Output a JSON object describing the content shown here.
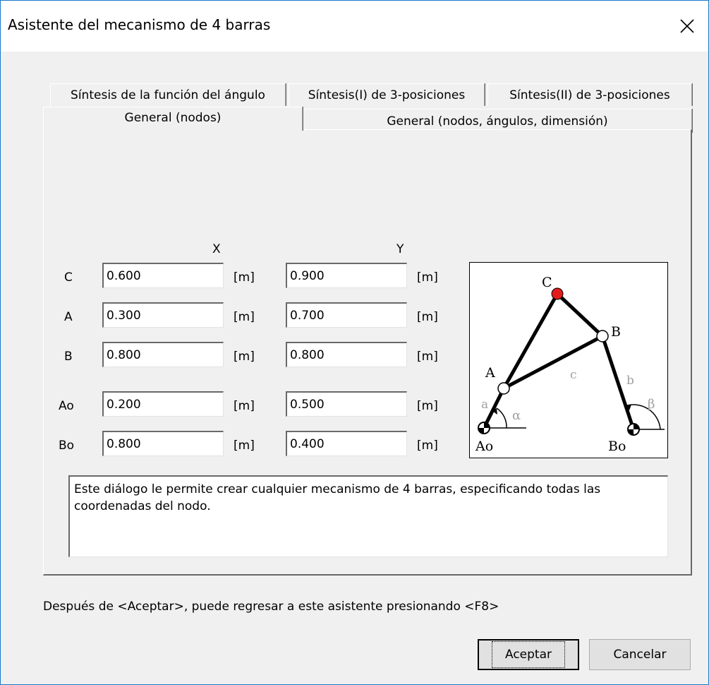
{
  "window": {
    "title": "Asistente del mecanismo de 4 barras"
  },
  "tabs_back": [
    "Síntesis de la función del ángulo",
    "Síntesis(I) de 3-posiciones",
    "Síntesis(II) de 3-posiciones"
  ],
  "tabs_front": [
    "General (nodos)",
    "General (nodos, ángulos, dimensión)"
  ],
  "active_tab": "General (nodos)",
  "columns": {
    "x": "X",
    "y": "Y",
    "unit": "[m]"
  },
  "rows": [
    {
      "label": "C",
      "x": "0.600",
      "y": "0.900"
    },
    {
      "label": "A",
      "x": "0.300",
      "y": "0.700"
    },
    {
      "label": "B",
      "x": "0.800",
      "y": "0.800"
    },
    {
      "label": "Ao",
      "x": "0.200",
      "y": "0.500"
    },
    {
      "label": "Bo",
      "x": "0.800",
      "y": "0.400"
    }
  ],
  "diagram": {
    "labels": {
      "C": "C",
      "A": "A",
      "B": "B",
      "Ao": "Ao",
      "Bo": "Bo",
      "a": "a",
      "b": "b",
      "c": "c",
      "alpha": "α",
      "beta": "β"
    },
    "colors": {
      "node_C": "#e31b1b",
      "links": "#000000",
      "secondary": "#a0a0a0"
    }
  },
  "description": "Este diálogo le permite crear cualquier mecanismo de 4 barras, especificando todas las coordenadas del nodo.",
  "hint": "Después de <Aceptar>, puede regresar a este asistente presionando <F8>",
  "buttons": {
    "ok": "Aceptar",
    "cancel": "Cancelar"
  }
}
